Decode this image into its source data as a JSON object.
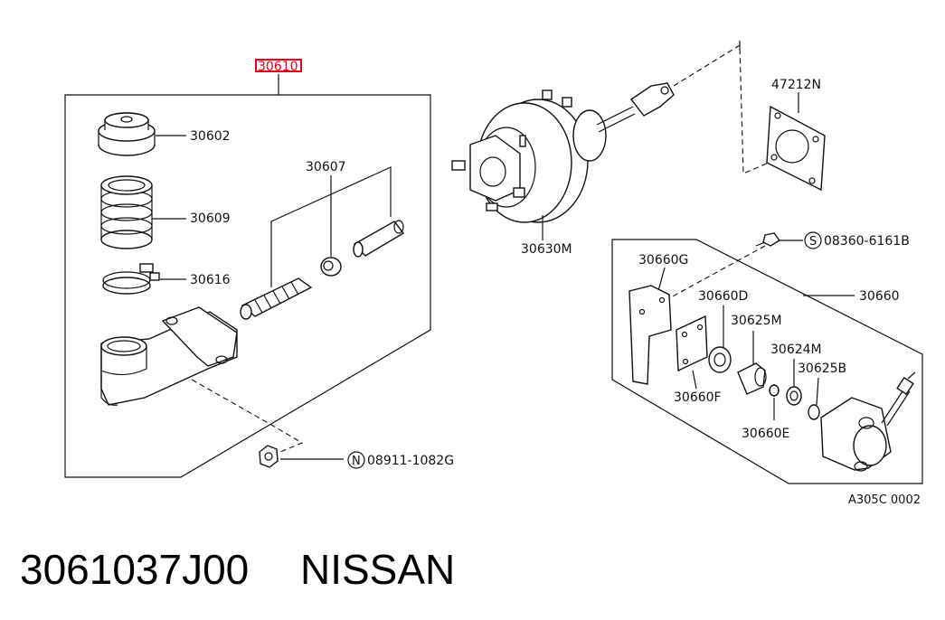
{
  "diagram": {
    "highlighted_part": "30610",
    "labels": {
      "p30602": "30602",
      "p30609": "30609",
      "p30616": "30616",
      "p30607": "30607",
      "p30630M": "30630M",
      "p47212N": "47212N",
      "p08360": "08360-6161B",
      "p08360_marker": "S",
      "p30660G": "30660G",
      "p30660": "30660",
      "p30660D": "30660D",
      "p30625M": "30625M",
      "p30624M": "30624M",
      "p30625B": "30625B",
      "p30660F": "30660F",
      "p30660E": "30660E",
      "p08911": "08911-1082G",
      "p08911_marker": "N",
      "figure_code": "A305C 0002"
    }
  },
  "caption": {
    "part_number": "3061037J00",
    "brand": "NISSAN"
  },
  "colors": {
    "highlight": "#e0001a",
    "line": "#111111"
  }
}
